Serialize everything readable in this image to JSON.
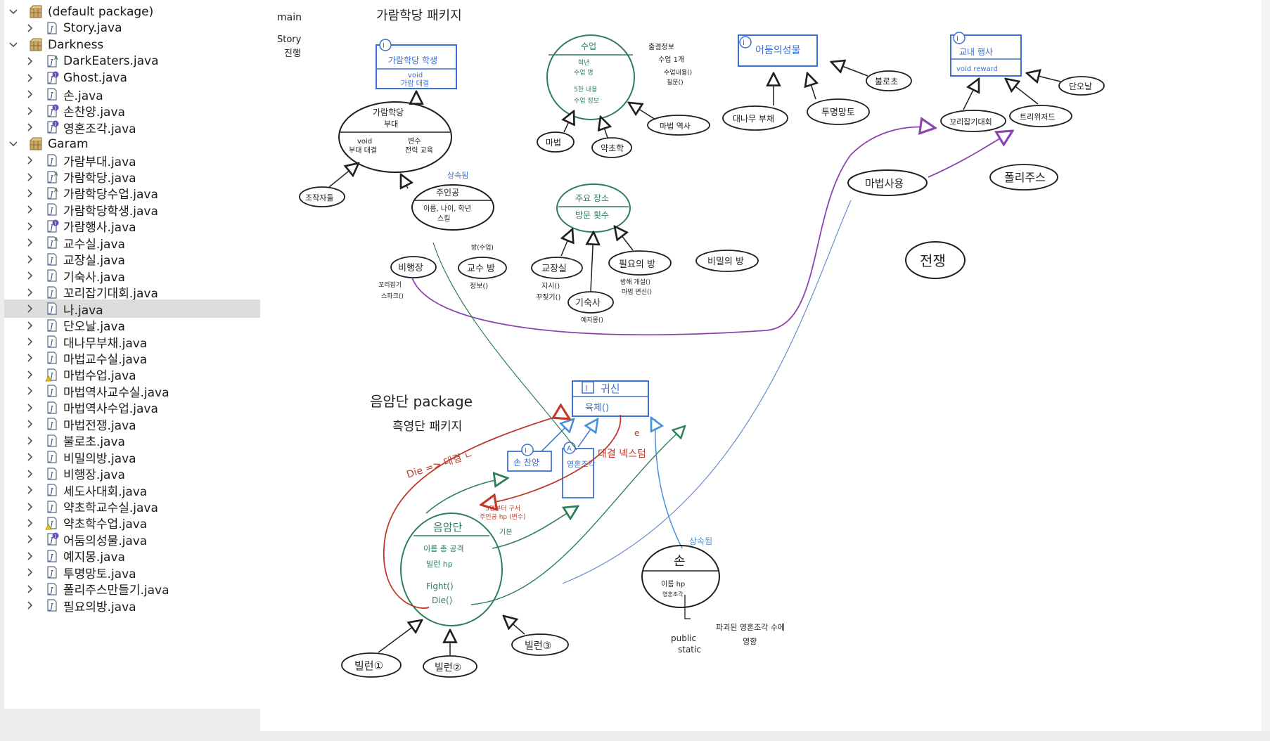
{
  "explorer": {
    "rows": [
      {
        "type": "package",
        "label": "(default package)",
        "expanded": true
      },
      {
        "type": "file",
        "label": "Story.java",
        "badge": "none"
      },
      {
        "type": "package",
        "label": "Darkness",
        "expanded": true
      },
      {
        "type": "file",
        "label": "DarkEaters.java",
        "badge": "abstract"
      },
      {
        "type": "file",
        "label": "Ghost.java",
        "badge": "interface"
      },
      {
        "type": "file",
        "label": "손.java",
        "badge": "none"
      },
      {
        "type": "file",
        "label": "손찬양.java",
        "badge": "interface"
      },
      {
        "type": "file",
        "label": "영혼조각.java",
        "badge": "interface"
      },
      {
        "type": "package",
        "label": "Garam",
        "expanded": true
      },
      {
        "type": "file",
        "label": "가람부대.java",
        "badge": "none"
      },
      {
        "type": "file",
        "label": "가람학당.java",
        "badge": "abstract"
      },
      {
        "type": "file",
        "label": "가람학당수업.java",
        "badge": "abstract"
      },
      {
        "type": "file",
        "label": "가람학당학생.java",
        "badge": "none"
      },
      {
        "type": "file",
        "label": "가람행사.java",
        "badge": "interface"
      },
      {
        "type": "file",
        "label": "교수실.java",
        "badge": "abstract"
      },
      {
        "type": "file",
        "label": "교장실.java",
        "badge": "none"
      },
      {
        "type": "file",
        "label": "기숙사.java",
        "badge": "none"
      },
      {
        "type": "file",
        "label": "꼬리잡기대회.java",
        "badge": "none"
      },
      {
        "type": "file",
        "label": "나.java",
        "badge": "none",
        "selected": true
      },
      {
        "type": "file",
        "label": "단오날.java",
        "badge": "none"
      },
      {
        "type": "file",
        "label": "대나무부채.java",
        "badge": "none"
      },
      {
        "type": "file",
        "label": "마법교수실.java",
        "badge": "none"
      },
      {
        "type": "file",
        "label": "마법수업.java",
        "badge": "warning"
      },
      {
        "type": "file",
        "label": "마법역사교수실.java",
        "badge": "none"
      },
      {
        "type": "file",
        "label": "마법역사수업.java",
        "badge": "none"
      },
      {
        "type": "file",
        "label": "마법전쟁.java",
        "badge": "none"
      },
      {
        "type": "file",
        "label": "불로초.java",
        "badge": "none"
      },
      {
        "type": "file",
        "label": "비밀의방.java",
        "badge": "none"
      },
      {
        "type": "file",
        "label": "비행장.java",
        "badge": "none"
      },
      {
        "type": "file",
        "label": "세도사대회.java",
        "badge": "none"
      },
      {
        "type": "file",
        "label": "약초학교수실.java",
        "badge": "none"
      },
      {
        "type": "file",
        "label": "약초학수업.java",
        "badge": "warning"
      },
      {
        "type": "file",
        "label": "어둠의성물.java",
        "badge": "interface"
      },
      {
        "type": "file",
        "label": "예지몽.java",
        "badge": "none"
      },
      {
        "type": "file",
        "label": "투명망토.java",
        "badge": "none"
      },
      {
        "type": "file",
        "label": "폴리주스만들기.java",
        "badge": "none"
      },
      {
        "type": "file",
        "label": "필요의방.java",
        "badge": "none"
      }
    ]
  },
  "diagram": {
    "colors": {
      "ink": "#1f1f1f",
      "blue": "#3b6fd6",
      "green": "#2e7d5b",
      "red": "#c0392b",
      "purple": "#8e44ad",
      "lightblue": "#4a90d9"
    },
    "labels": {
      "main": "main",
      "story": "Story",
      "story2": "진행",
      "garam_pkg": "가람학당 패키지",
      "eumam_pkg": "음암단 package",
      "heukyeong_pkg": "흑영단 패키지",
      "iface_student_title": "가람학당 학생",
      "iface_student_methods": "void",
      "iface_student_m2": "가람 대결",
      "garam_unit": "가람학당",
      "garam_unit_sub": "부대",
      "garam_unit_left": "void",
      "garam_unit_left2": "부대 대결",
      "garam_unit_right": "변수",
      "garam_unit_right2": "전력 교육",
      "jogakjari": "조작자들",
      "protagonist_note": "상속됨",
      "protagonist": "주인공",
      "protagonist_fields": "이름, 나이, 학년",
      "protagonist_fields2": "스킬",
      "class_title": "수업",
      "class_f1": "학년",
      "class_f2": "수업 명",
      "class_f3": "5한 내용",
      "class_f4": "수업 정보",
      "class_note1": "출결정보",
      "class_note2": "수업 1개",
      "class_note3": "수업내용()",
      "class_note4": "질문()",
      "magic": "마법",
      "herb": "약초학",
      "magic_history": "마법 역사",
      "place_title": "주요 장소",
      "place_sub": "방문 횟수",
      "place_principal": "교장실",
      "place_principal_m1": "지시()",
      "place_principal_m2": "꾸짖기()",
      "place_need": "필요의 방",
      "place_need_m1": "방해 개설()",
      "place_need_m2": "마법 변신()",
      "dorm": "기숙사",
      "dorm_m": "예지몽()",
      "airfield": "비행장",
      "airfield_m1": "꼬리잡기",
      "airfield_m2": "스파크()",
      "prof_room": "교수 방",
      "prof_room_m": "정보()",
      "prof_note": "방(수업)",
      "secret_room": "비밀의 방",
      "dark_relic_iface": "어둠의성물",
      "bamboo": "대나무 부채",
      "cloak": "투명망토",
      "elixir": "불로초",
      "event_iface": "교내 행사",
      "event_m": "void reward",
      "tail": "꼬리잡기대회",
      "tournament": "트리위저드",
      "dano": "단오날",
      "magic_use": "마법사용",
      "polyjuice": "폴리주스",
      "war": "전쟁",
      "ghost_iface": "귀신",
      "ghost_m": "육체()",
      "son_chanyang": "손 찬양",
      "soul": "영혼조각",
      "eumamdan": "음암단",
      "eumamdan_f1": "이름 총 공격",
      "eumamdan_f2": "빌런 hp",
      "eumamdan_m1": "Fight()",
      "eumamdan_m2": "Die()",
      "die_note": "Die => 대결 ㄴ",
      "dark_note": "대결 넥스텀",
      "hp_note": "3명부터 구서",
      "hp_note2": "주인공 hp (변수)",
      "hp_note3": "기본",
      "son": "손",
      "son_f": "이름 hp",
      "son_f2": "영혼조각",
      "son_inherit": "상속됨",
      "public_static": "public",
      "public_static2": "static",
      "son_note": "파괴된 영혼조각 수에",
      "son_note2": "영향",
      "villain1": "빌런①",
      "villain2": "빌런②",
      "villain3": "빌런③",
      "red_e": "e"
    }
  }
}
